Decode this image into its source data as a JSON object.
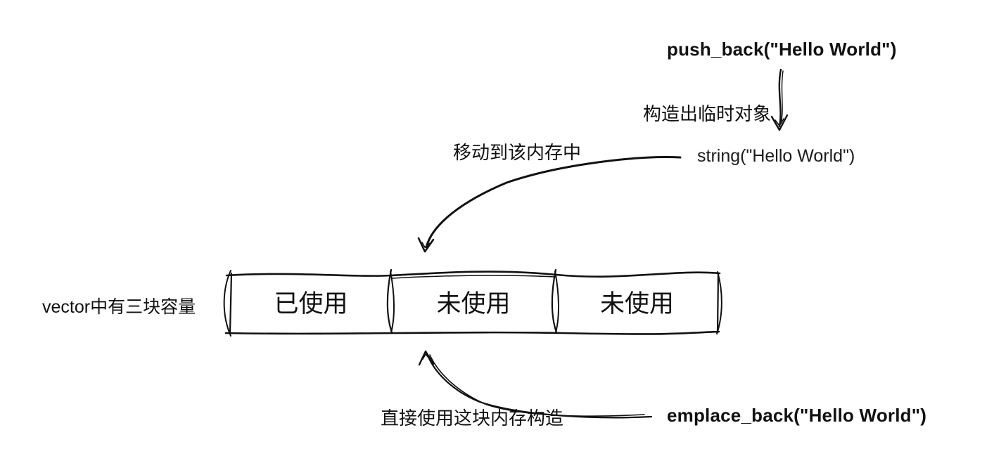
{
  "diagram": {
    "push_back": {
      "label": "push_back(\"Hello World\")"
    },
    "construct_temp": {
      "label": "构造出临时对象"
    },
    "string_temp": {
      "label": "string(\"Hello World\")"
    },
    "move_to_memory": {
      "label": "移动到该内存中"
    },
    "vector_capacity": {
      "label": "vector中有三块容量"
    },
    "cells": [
      {
        "label": "已使用"
      },
      {
        "label": "未使用"
      },
      {
        "label": "未使用"
      }
    ],
    "direct_construct": {
      "label": "直接使用这块内存构造"
    },
    "emplace_back": {
      "label": "emplace_back(\"Hello World\")"
    },
    "colors": {
      "ink": "#111111",
      "background": "#ffffff"
    }
  }
}
